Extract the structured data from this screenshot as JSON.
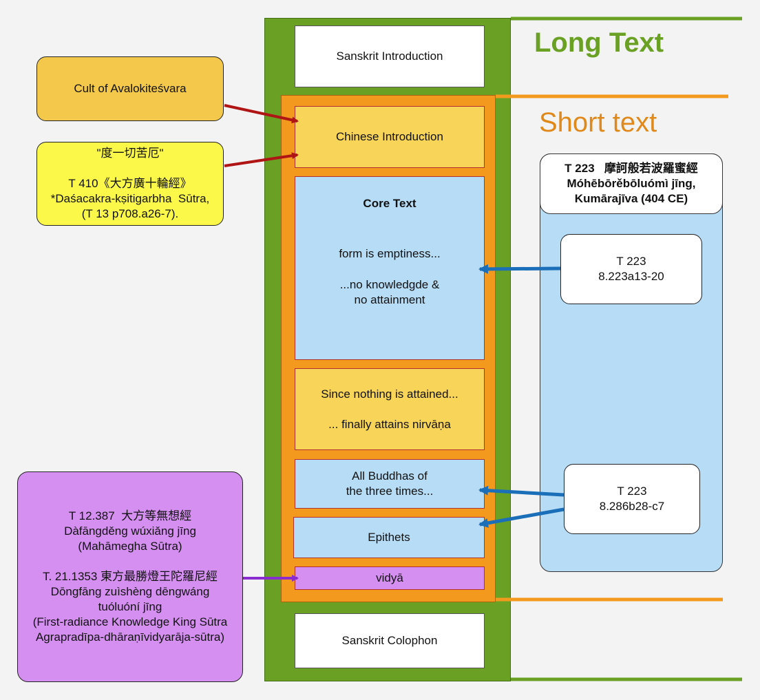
{
  "headings": {
    "long_text": "Long Text",
    "short_text": "Short text"
  },
  "stack": {
    "sanskrit_intro": "Sanskrit Introduction",
    "chinese_intro": "Chinese Introduction",
    "core_title": "Core Text",
    "core_line1": "form is emptiness...",
    "core_line2": "...no knowledgde &",
    "core_line3": "no attainment",
    "nirvana_line1": "Since nothing is attained...",
    "nirvana_line2": "... finally attains nirvāṇa",
    "buddhas_line1": "All Buddhas of",
    "buddhas_line2": "the three times...",
    "epithets": "Epithets",
    "vidya": "vidyā",
    "sanskrit_colophon": "Sanskrit Colophon"
  },
  "left_sources": {
    "cult": "Cult of Avalokiteśvara",
    "quote": {
      "line1": "\"度一切苦厄\"",
      "line2": "T 410《大方廣十輪經》",
      "line3": "*Daśacakra-kṣitigarbha  Sūtra,",
      "line4": "(T 13 p708.a26-7)."
    },
    "purple": {
      "l1": "T 12.387  大方等無想經",
      "l2": "Dàfāngděng wúxiǎng jīng",
      "l3": "(Mahāmegha Sūtra)",
      "l4": "T. 21.1353 東方最勝燈王陀羅尼經",
      "l5": "Dōngfāng zuìshèng dēngwáng",
      "l6": "tuóluóní jīng",
      "l7": "(First-radiance Knowledge King Sūtra",
      "l8": "Agrapradīpa-dhāraṇīvidyarāja-sūtra)"
    }
  },
  "right_source": {
    "title_line1": "T 223   摩訶般若波羅蜜經",
    "title_line2": "Móhēbōrěbōluómì jīng,",
    "title_line3": "Kumārajīva (404 CE)",
    "ref1_line1": "T 223",
    "ref1_line2": "8.223a13-20",
    "ref2_line1": "T 223",
    "ref2_line2": "8.286b28-c7"
  },
  "colors": {
    "long_green": "#6aa124",
    "short_orange": "#f39a1e",
    "heading_orange": "#e0891a",
    "yellow_box": "#f8d458",
    "light_blue": "#b7dcf6",
    "purple": "#d48ff0",
    "bright_yellow": "#fbf84a",
    "arrow_red": "#b01515",
    "arrow_blue": "#1a6fb8",
    "arrow_purple": "#8a2ccf"
  }
}
